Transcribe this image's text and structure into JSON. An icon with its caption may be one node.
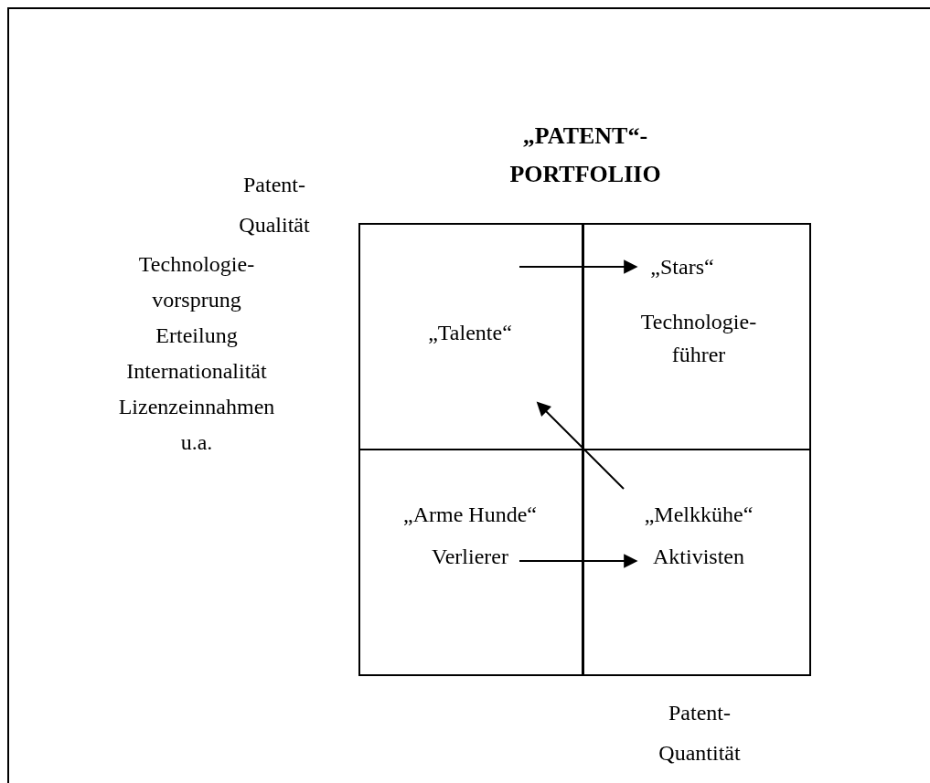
{
  "diagram": {
    "title": "„PATENT“- PORTFOLIIO",
    "nodes": [
      {
        "text": [
          "„Talente“"
        ]
      },
      {
        "text": [
          "„Stars“",
          "Technologie- führer"
        ]
      },
      {
        "text": [
          "„Arme Hunde“",
          "Verlierer"
        ]
      },
      {
        "text": [
          "„Melkkühe“",
          "Aktivisten"
        ]
      }
    ],
    "edges": [
      {
        "from": 0,
        "to": 1,
        "arrow": "to"
      },
      {
        "from": 3,
        "to": 0,
        "arrow": "to"
      },
      {
        "from": 2,
        "to": 3,
        "arrow": "to"
      }
    ],
    "labels": [
      "Patent- Qualität",
      "Technologie- vorsprung",
      "Erteilung",
      "Internationalität",
      "Lizenzeinnahmen",
      "u.a.",
      "Patent- Quantität"
    ]
  }
}
